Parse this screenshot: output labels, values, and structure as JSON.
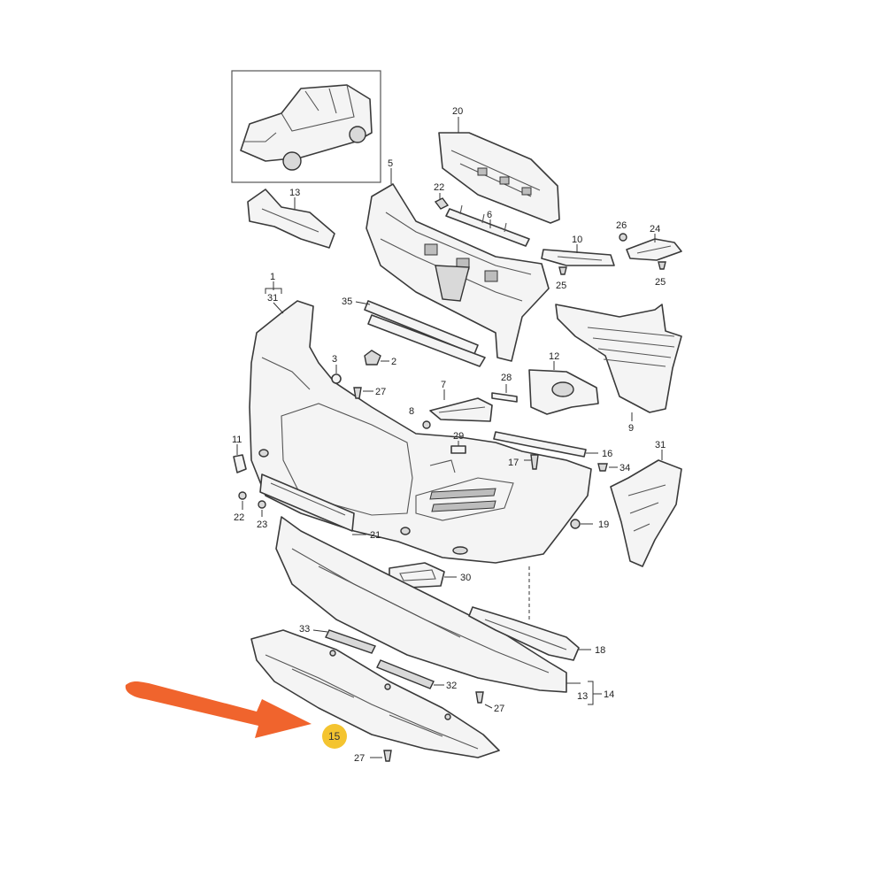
{
  "callouts": [
    {
      "id": "c1",
      "label": "1"
    },
    {
      "id": "c31a",
      "label": "31"
    },
    {
      "id": "c2",
      "label": "2"
    },
    {
      "id": "c3",
      "label": "3"
    },
    {
      "id": "c5",
      "label": "5"
    },
    {
      "id": "c6",
      "label": "6"
    },
    {
      "id": "c7",
      "label": "7"
    },
    {
      "id": "c8",
      "label": "8"
    },
    {
      "id": "c9",
      "label": "9"
    },
    {
      "id": "c10",
      "label": "10"
    },
    {
      "id": "c11",
      "label": "11"
    },
    {
      "id": "c12",
      "label": "12"
    },
    {
      "id": "c13a",
      "label": "13"
    },
    {
      "id": "c13b",
      "label": "13"
    },
    {
      "id": "c14",
      "label": "14"
    },
    {
      "id": "c16",
      "label": "16"
    },
    {
      "id": "c17",
      "label": "17"
    },
    {
      "id": "c18",
      "label": "18"
    },
    {
      "id": "c19",
      "label": "19"
    },
    {
      "id": "c20",
      "label": "20"
    },
    {
      "id": "c21",
      "label": "21"
    },
    {
      "id": "c22a",
      "label": "22"
    },
    {
      "id": "c22b",
      "label": "22"
    },
    {
      "id": "c23",
      "label": "23"
    },
    {
      "id": "c24",
      "label": "24"
    },
    {
      "id": "c25a",
      "label": "25"
    },
    {
      "id": "c25b",
      "label": "25"
    },
    {
      "id": "c26",
      "label": "26"
    },
    {
      "id": "c27a",
      "label": "27"
    },
    {
      "id": "c27b",
      "label": "27"
    },
    {
      "id": "c27c",
      "label": "27"
    },
    {
      "id": "c28",
      "label": "28"
    },
    {
      "id": "c29",
      "label": "29"
    },
    {
      "id": "c30",
      "label": "30"
    },
    {
      "id": "c31b",
      "label": "31"
    },
    {
      "id": "c32",
      "label": "32"
    },
    {
      "id": "c33",
      "label": "33"
    },
    {
      "id": "c34",
      "label": "34"
    },
    {
      "id": "c35",
      "label": "35"
    }
  ],
  "highlight": {
    "label": "15",
    "color": "#f4c430"
  },
  "arrow": {
    "color": "#f0642d"
  }
}
